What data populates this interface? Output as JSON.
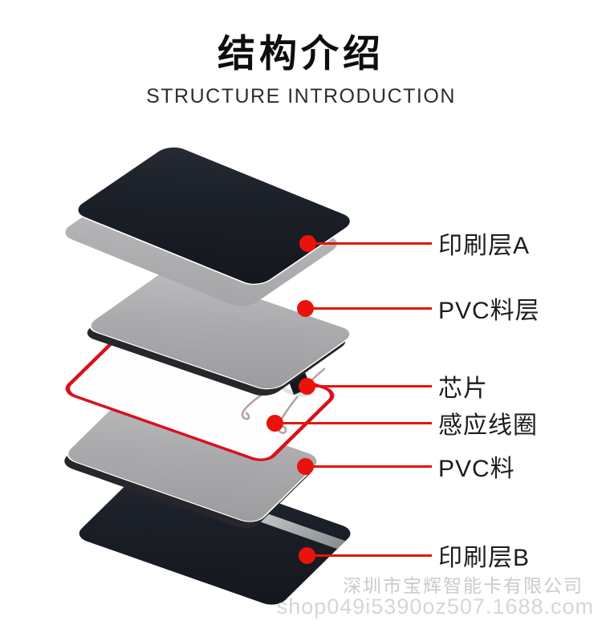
{
  "header": {
    "title": "结构介绍",
    "subtitle": "STRUCTURE INTRODUCTION"
  },
  "callouts": [
    {
      "label": "印刷层A"
    },
    {
      "label": "PVC料层"
    },
    {
      "label": "芯片"
    },
    {
      "label": "感应线圈"
    },
    {
      "label": "PVC料"
    },
    {
      "label": "印刷层B"
    }
  ],
  "layers": [
    {
      "name": "印刷层A"
    },
    {
      "name": "PVC料层"
    },
    {
      "name": "芯片 / 感应线圈 inlay"
    },
    {
      "name": "PVC料"
    },
    {
      "name": "印刷层B"
    }
  ],
  "watermark": {
    "company": "深圳市宝辉智能卡有限公司",
    "url": "shop049i5390oz507.1688.com"
  },
  "colors": {
    "accent_red": "#e9130b",
    "inlay_border_red": "#d7121f",
    "card_black": "#1a1e26",
    "card_gray": "#ababad",
    "card_white": "#fefefe",
    "background": "#ffffff"
  }
}
